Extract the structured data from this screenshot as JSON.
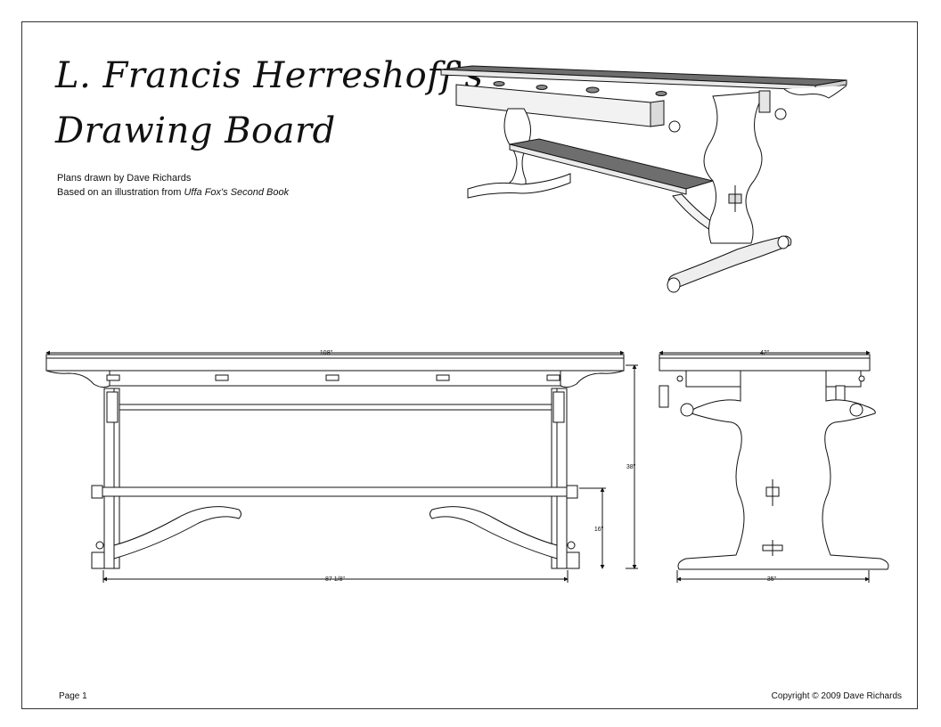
{
  "title": {
    "line1": "L. Francis Herreshoff's",
    "line2": "Drawing Board"
  },
  "credits": {
    "drawn_by": "Plans drawn by Dave Richards",
    "based_on_prefix": "Based on an illustration from ",
    "based_on_book": "Uffa Fox's Second Book"
  },
  "dimensions": {
    "front_top_length": "108\"",
    "front_base_length": "87 1/8\"",
    "height": "38\"",
    "shelf_height": "16\"",
    "end_top_width": "42\"",
    "end_base_width": "35\""
  },
  "footer": {
    "page": "Page 1",
    "copyright": "Copyright © 2009 Dave Richards"
  }
}
